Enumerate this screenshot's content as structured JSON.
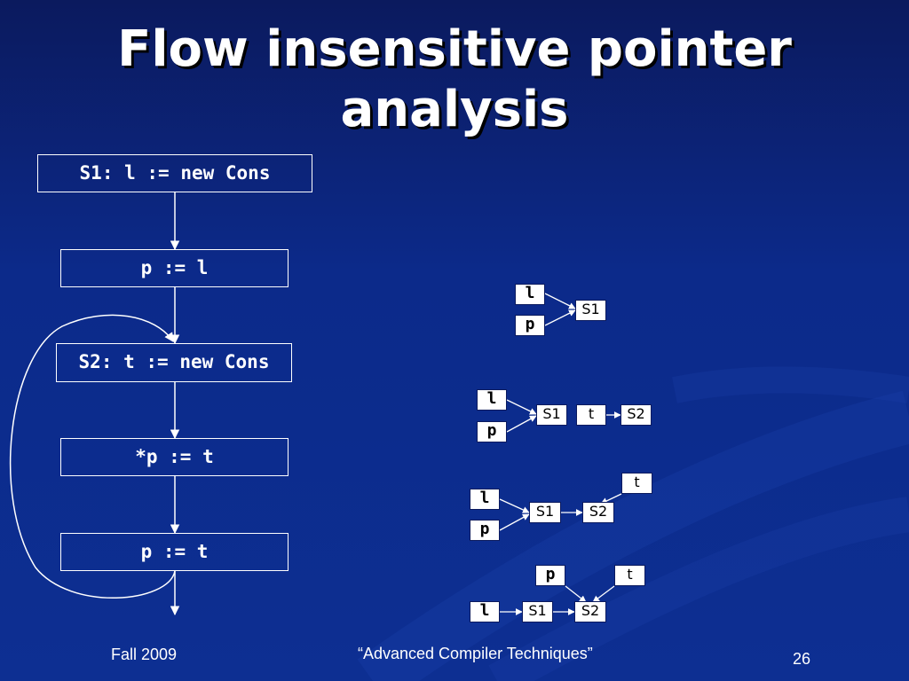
{
  "slide": {
    "title": "Flow insensitive pointer analysis",
    "title_line1": "Flow insensitive pointer",
    "title_line2": "analysis"
  },
  "flowchart": {
    "nodes": [
      {
        "id": "n1",
        "label": "S1: l := new Cons"
      },
      {
        "id": "n2",
        "label": "p := l"
      },
      {
        "id": "n3",
        "label": "S2: t := new Cons"
      },
      {
        "id": "n4",
        "label": "*p := t"
      },
      {
        "id": "n5",
        "label": "p := t"
      }
    ]
  },
  "graphs": [
    {
      "id": "g1",
      "nodes": [
        "l",
        "p",
        "S1"
      ],
      "edges": [
        [
          "l",
          "S1"
        ],
        [
          "p",
          "S1"
        ]
      ]
    },
    {
      "id": "g2",
      "nodes": [
        "l",
        "p",
        "S1",
        "t",
        "S2"
      ],
      "edges": [
        [
          "l",
          "S1"
        ],
        [
          "p",
          "S1"
        ],
        [
          "t",
          "S2"
        ]
      ]
    },
    {
      "id": "g3",
      "nodes": [
        "l",
        "p",
        "S1",
        "S2",
        "t"
      ],
      "edges": [
        [
          "l",
          "S1"
        ],
        [
          "p",
          "S1"
        ],
        [
          "S1",
          "S2"
        ],
        [
          "t",
          "S2"
        ]
      ]
    },
    {
      "id": "g4",
      "nodes": [
        "p",
        "t",
        "l",
        "S1",
        "S2"
      ],
      "edges": [
        [
          "p",
          "S2"
        ],
        [
          "t",
          "S2"
        ],
        [
          "l",
          "S1"
        ],
        [
          "S1",
          "S2"
        ]
      ]
    }
  ],
  "labels": {
    "l": "l",
    "p": "p",
    "t": "t",
    "S1": "S1",
    "S2": "S2"
  },
  "footer": {
    "left": "Fall 2009",
    "center": "“Advanced Compiler Techniques”",
    "page": "26"
  },
  "colors": {
    "background": "#0c2a8a",
    "text": "#ffffff"
  }
}
